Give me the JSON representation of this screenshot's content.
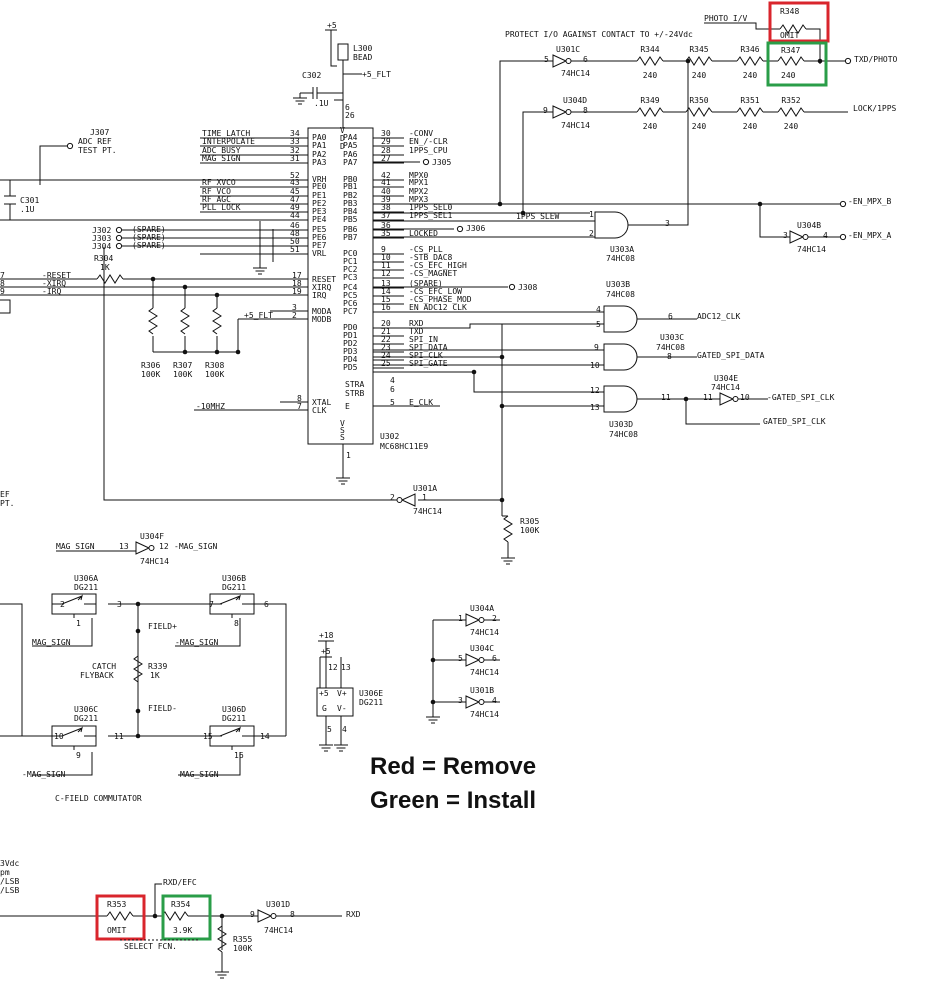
{
  "colors": {
    "remove": "#d9252c",
    "install": "#2a9d48",
    "ink": "#111111"
  },
  "legend": {
    "remove": "Red = Remove",
    "install": "Green = Install"
  },
  "top_note": "PROTECT I/O AGAINST CONTACT TO +/-24Vdc",
  "photo_io": "PHOTO_I/V",
  "r348": {
    "name": "R348",
    "value": "OMIT"
  },
  "r347": {
    "name": "R347",
    "value": "240"
  },
  "txd_photo": "TXD/PHOTO",
  "lock_1pps": "LOCK/1PPS",
  "series_top": [
    {
      "name": "R344",
      "value": "240"
    },
    {
      "name": "R345",
      "value": "240"
    },
    {
      "name": "R346",
      "value": "240"
    }
  ],
  "series_mid": [
    {
      "name": "R349",
      "value": "240"
    },
    {
      "name": "R350",
      "value": "240"
    },
    {
      "name": "R351",
      "value": "240"
    },
    {
      "name": "R352",
      "value": "240"
    }
  ],
  "u301c": {
    "name": "U301C",
    "part": "74HC14",
    "pin_in": "5",
    "pin_out": "6"
  },
  "u304d": {
    "name": "U304D",
    "part": "74HC14",
    "pin_in": "9",
    "pin_out": "8"
  },
  "power": {
    "plus5": "+5",
    "l300": "L300",
    "bead": "BEAD",
    "plus5_flt": "+5_FLT",
    "c302": "C302",
    "c302_val": ".1U",
    "c301": "C301",
    "c301_val": ".1U"
  },
  "pin_nums_top": [
    "6",
    "26"
  ],
  "j307": {
    "name": "J307",
    "l1": "ADC REF",
    "l2": "TEST PT."
  },
  "mcu": {
    "name": "U302",
    "part": "MC68HC11E9",
    "vdd": "V\nD\nD",
    "vss": "V\nS\nS",
    "vss_pin": "1",
    "left_pins": [
      {
        "sig": "TIME_LATCH",
        "num": "34",
        "pin": "PA0"
      },
      {
        "sig": "INTERPOLATE",
        "num": "33",
        "pin": "PA1"
      },
      {
        "sig": "ADC_BUSY",
        "num": "32",
        "pin": "PA2"
      },
      {
        "sig": "MAG_SIGN",
        "num": "31",
        "pin": "PA3"
      },
      {
        "sig": "",
        "num": "52",
        "pin": "VRH"
      },
      {
        "sig": "RF_XVCO",
        "num": "43",
        "pin": "PE0"
      },
      {
        "sig": "RF_VCO",
        "num": "45",
        "pin": "PE1"
      },
      {
        "sig": "RF_AGC",
        "num": "47",
        "pin": "PE2"
      },
      {
        "sig": "PLL_LOCK",
        "num": "49",
        "pin": "PE3"
      },
      {
        "sig": "",
        "num": "44",
        "pin": "PE4"
      },
      {
        "sig": "",
        "num": "46",
        "pin": "PE5"
      },
      {
        "sig": "",
        "num": "48",
        "pin": "PE6"
      },
      {
        "sig": "",
        "num": "50",
        "pin": "PE7"
      },
      {
        "sig": "",
        "num": "51",
        "pin": "VRL"
      }
    ],
    "left_pins2": [
      {
        "sig": "-RESET",
        "num": "17",
        "pin": "RESET"
      },
      {
        "sig": "-XIRQ",
        "num": "18",
        "pin": "XIRQ"
      },
      {
        "sig": "-IRQ",
        "num": "19",
        "pin": "IRQ"
      },
      {
        "sig": "",
        "num": "3",
        "pin": "MODA"
      },
      {
        "sig": "+5_FLT",
        "num": "2",
        "pin": "MODB"
      }
    ],
    "left_pins3": [
      {
        "sig": "-10MHZ",
        "num": "8",
        "pin": "XTAL"
      },
      {
        "sig": "",
        "num": "7",
        "pin": "CLK"
      }
    ],
    "right_pins": [
      {
        "pin": "PA4",
        "num": "30",
        "sig": "-CONV"
      },
      {
        "pin": "PA5",
        "num": "29",
        "sig": "EN_/-CLR"
      },
      {
        "pin": "PA6",
        "num": "28",
        "sig": "1PPS_CPU"
      },
      {
        "pin": "PA7",
        "num": "27",
        "sig": ""
      },
      {
        "pin": "PB0",
        "num": "42",
        "sig": "MPX0"
      },
      {
        "pin": "PB1",
        "num": "41",
        "sig": "MPX1"
      },
      {
        "pin": "PB2",
        "num": "40",
        "sig": "MPX2"
      },
      {
        "pin": "PB3",
        "num": "39",
        "sig": "MPX3"
      },
      {
        "pin": "PB4",
        "num": "38",
        "sig": "1PPS_SEL0"
      },
      {
        "pin": "PB5",
        "num": "37",
        "sig": "1PPS_SEL1"
      },
      {
        "pin": "PB6",
        "num": "36",
        "sig": ""
      },
      {
        "pin": "PB7",
        "num": "35",
        "sig": "LOCKED"
      },
      {
        "pin": "PC0",
        "num": "9",
        "sig": "-CS_PLL"
      },
      {
        "pin": "PC1",
        "num": "10",
        "sig": "-STB_DAC8"
      },
      {
        "pin": "PC2",
        "num": "11",
        "sig": "-CS_EFC_HIGH"
      },
      {
        "pin": "PC3",
        "num": "12",
        "sig": "-CS_MAGNET"
      },
      {
        "pin": "PC4",
        "num": "13",
        "sig": "(SPARE)"
      },
      {
        "pin": "PC5",
        "num": "14",
        "sig": "-CS_EFC_LOW"
      },
      {
        "pin": "PC6",
        "num": "15",
        "sig": "-CS_PHASE_MOD"
      },
      {
        "pin": "PC7",
        "num": "16",
        "sig": "EN_ADC12_CLK"
      },
      {
        "pin": "PD0",
        "num": "20",
        "sig": "RXD"
      },
      {
        "pin": "PD1",
        "num": "21",
        "sig": "TXD"
      },
      {
        "pin": "PD2",
        "num": "22",
        "sig": "SPI_IN"
      },
      {
        "pin": "PD3",
        "num": "23",
        "sig": "SPI_DATA"
      },
      {
        "pin": "PD4",
        "num": "24",
        "sig": "SPI_CLK"
      },
      {
        "pin": "PD5",
        "num": "25",
        "sig": "SPI_GATE"
      }
    ],
    "right_pins2": [
      {
        "pin": "STRA",
        "num": "4",
        "sig": ""
      },
      {
        "pin": "STRB",
        "num": "6",
        "sig": ""
      },
      {
        "pin": "E",
        "num": "5",
        "sig": "E_CLK"
      }
    ]
  },
  "j_ports": {
    "j305": "J305",
    "j306": "J306",
    "j308": "J308"
  },
  "spares": [
    {
      "name": "J302",
      "label": "(SPARE)"
    },
    {
      "name": "J303",
      "label": "(SPARE)"
    },
    {
      "name": "J304",
      "label": "(SPARE)"
    }
  ],
  "r304": {
    "name": "R304",
    "value": "1K"
  },
  "left_edge": [
    {
      "num": "7",
      "sig": "-RESET"
    },
    {
      "num": "8",
      "sig": "-XIRQ"
    },
    {
      "num": "9",
      "sig": "-IRQ"
    }
  ],
  "pullups": [
    {
      "name": "R306",
      "value": "100K"
    },
    {
      "name": "R307",
      "value": "100K"
    },
    {
      "name": "R308",
      "value": "100K"
    }
  ],
  "ef_pt": [
    "EF",
    "PT."
  ],
  "u303a": {
    "name": "U303A",
    "part": "74HC08",
    "in1": "1",
    "in2": "2",
    "out": "3",
    "sig_in": "1PPS_SLEW"
  },
  "u304b": {
    "name": "U304B",
    "part": "74HC14",
    "in": "3",
    "out": "4",
    "sig": "-EN_MPX_A"
  },
  "en_mpx_b": "-EN_MPX_B",
  "u303b": {
    "name": "U303B",
    "part": "74HC08",
    "in1": "4",
    "in2": "5",
    "out": "6",
    "sig": "ADC12_CLK"
  },
  "u303c": {
    "name": "U303C",
    "part": "74HC08",
    "in1": "9",
    "in2": "10",
    "out": "8",
    "sig": "GATED_SPI_DATA"
  },
  "u303d": {
    "name": "U303D",
    "part": "74HC08",
    "in1": "12",
    "in2": "13",
    "out": "11"
  },
  "u304e": {
    "name": "U304E",
    "part": "74HC14",
    "in": "11",
    "out": "10",
    "sig": "-GATED_SPI_CLK"
  },
  "gated_spi_clk": "GATED_SPI_CLK",
  "u301a": {
    "name": "U301A",
    "part": "74HC14",
    "in": "1",
    "out": "2"
  },
  "r305": {
    "name": "R305",
    "value": "100K"
  },
  "u304f": {
    "name": "U304F",
    "part": "74HC14",
    "in": "13",
    "out": "12",
    "sig_in": "MAG_SIGN",
    "sig_out": "-MAG_SIGN"
  },
  "u306a": {
    "name": "U306A",
    "part": "DG211",
    "p1": "2",
    "p2": "3",
    "ctl": "1"
  },
  "u306b": {
    "name": "U306B",
    "part": "DG211",
    "p1": "7",
    "p2": "6",
    "ctl": "8"
  },
  "u306c": {
    "name": "U306C",
    "part": "DG211",
    "p1": "10",
    "p2": "11",
    "ctl": "9"
  },
  "u306d": {
    "name": "U306D",
    "part": "DG211",
    "p1": "15",
    "p2": "14",
    "ctl": "16"
  },
  "commutator": {
    "mag_sign": "MAG_SIGN",
    "neg_mag_sign": "-MAG_SIGN",
    "field_plus": "FIELD+",
    "field_minus": "FIELD-",
    "catch": "CATCH",
    "flyback": "FLYBACK",
    "r339": "R339",
    "r339_val": "1K",
    "title": "C-FIELD COMMUTATOR"
  },
  "u306e": {
    "name": "U306E",
    "part": "DG211",
    "p18": "+18",
    "p5": "+5",
    "vplus_l": "+5",
    "vplus_r": "V+",
    "g": "G",
    "vminus": "V-",
    "pin12": "12",
    "pin13": "13",
    "pin5": "5",
    "pin4": "4"
  },
  "spare_inv": [
    {
      "name": "U304A",
      "part": "74HC14",
      "in": "1",
      "out": "2"
    },
    {
      "name": "U304C",
      "part": "74HC14",
      "in": "5",
      "out": "6"
    },
    {
      "name": "U301B",
      "part": "74HC14",
      "in": "3",
      "out": "4"
    }
  ],
  "bottom_left": [
    "3Vdc",
    "pm",
    "/LSB",
    "/LSB"
  ],
  "r353": {
    "name": "R353",
    "value": "OMIT"
  },
  "r354": {
    "name": "R354",
    "value": "3.9K"
  },
  "rxd_efc": "RXD/EFC",
  "select_fcn": "SELECT FCN.",
  "r355": {
    "name": "R355",
    "value": "100K"
  },
  "u301d": {
    "name": "U301D",
    "part": "74HC14",
    "in": "9",
    "out": "8"
  },
  "rxd": "RXD"
}
